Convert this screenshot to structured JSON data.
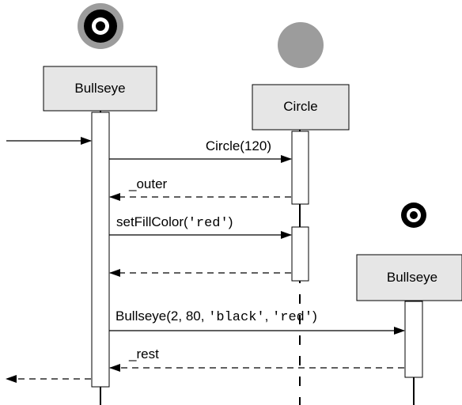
{
  "colors": {
    "box_fill": "#e6e6e6",
    "box_stroke": "#000000",
    "icon_gray": "#9c9c9c",
    "icon_black": "#000000",
    "icon_white": "#ffffff",
    "line": "#000000"
  },
  "participants": [
    {
      "label": "Bullseye",
      "icon": "bullseye-icon-large"
    },
    {
      "label": "Circle",
      "icon": "gray-circle-icon"
    },
    {
      "label": "Bullseye",
      "icon": "bullseye-icon-small"
    }
  ],
  "messages": [
    {
      "label": "",
      "style": "solid",
      "direction": "incoming-from-left"
    },
    {
      "label": "Circle(120)",
      "style": "solid",
      "direction": "right"
    },
    {
      "label": "_outer",
      "style": "dashed",
      "direction": "left"
    },
    {
      "label_text": "setFillColor(",
      "label_code": "'red'",
      "label_end": ")",
      "style": "solid",
      "direction": "right"
    },
    {
      "label": "",
      "style": "dashed",
      "direction": "left"
    },
    {
      "label_text": "Bullseye(2, 80, ",
      "label_code_1": "'black'",
      "label_sep": ", ",
      "label_code_2": "'red'",
      "label_end": ")",
      "style": "solid",
      "direction": "right"
    },
    {
      "label": "_rest",
      "style": "dashed",
      "direction": "left"
    },
    {
      "label": "",
      "style": "dashed",
      "direction": "outgoing-to-left"
    }
  ]
}
